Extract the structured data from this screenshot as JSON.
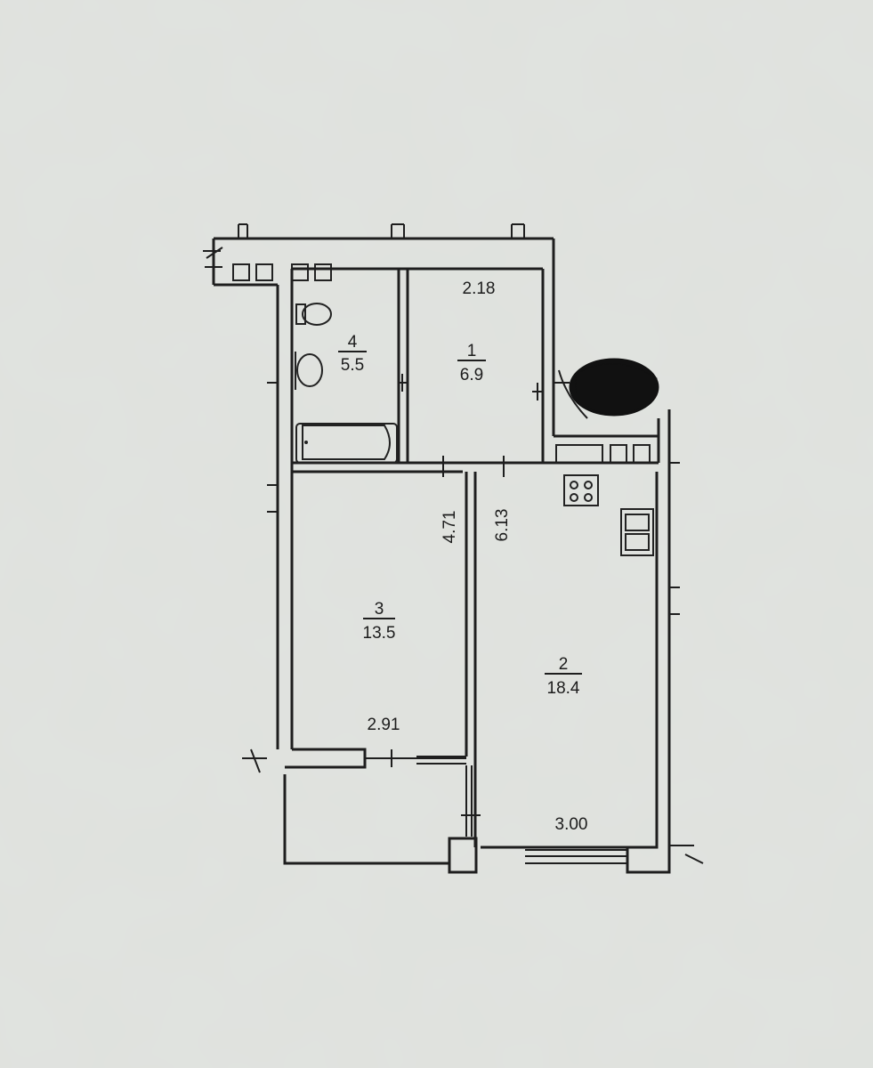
{
  "rooms": [
    {
      "number": "1",
      "area": "6.9"
    },
    {
      "number": "2",
      "area": "18.4"
    },
    {
      "number": "3",
      "area": "13.5"
    },
    {
      "number": "4",
      "area": "5.5"
    }
  ],
  "dimensions": {
    "room1_width": "2.18",
    "room3_length": "4.71",
    "room2_length": "6.13",
    "room3_width": "2.91",
    "room2_width": "3.00"
  },
  "redaction_color": "#111111"
}
